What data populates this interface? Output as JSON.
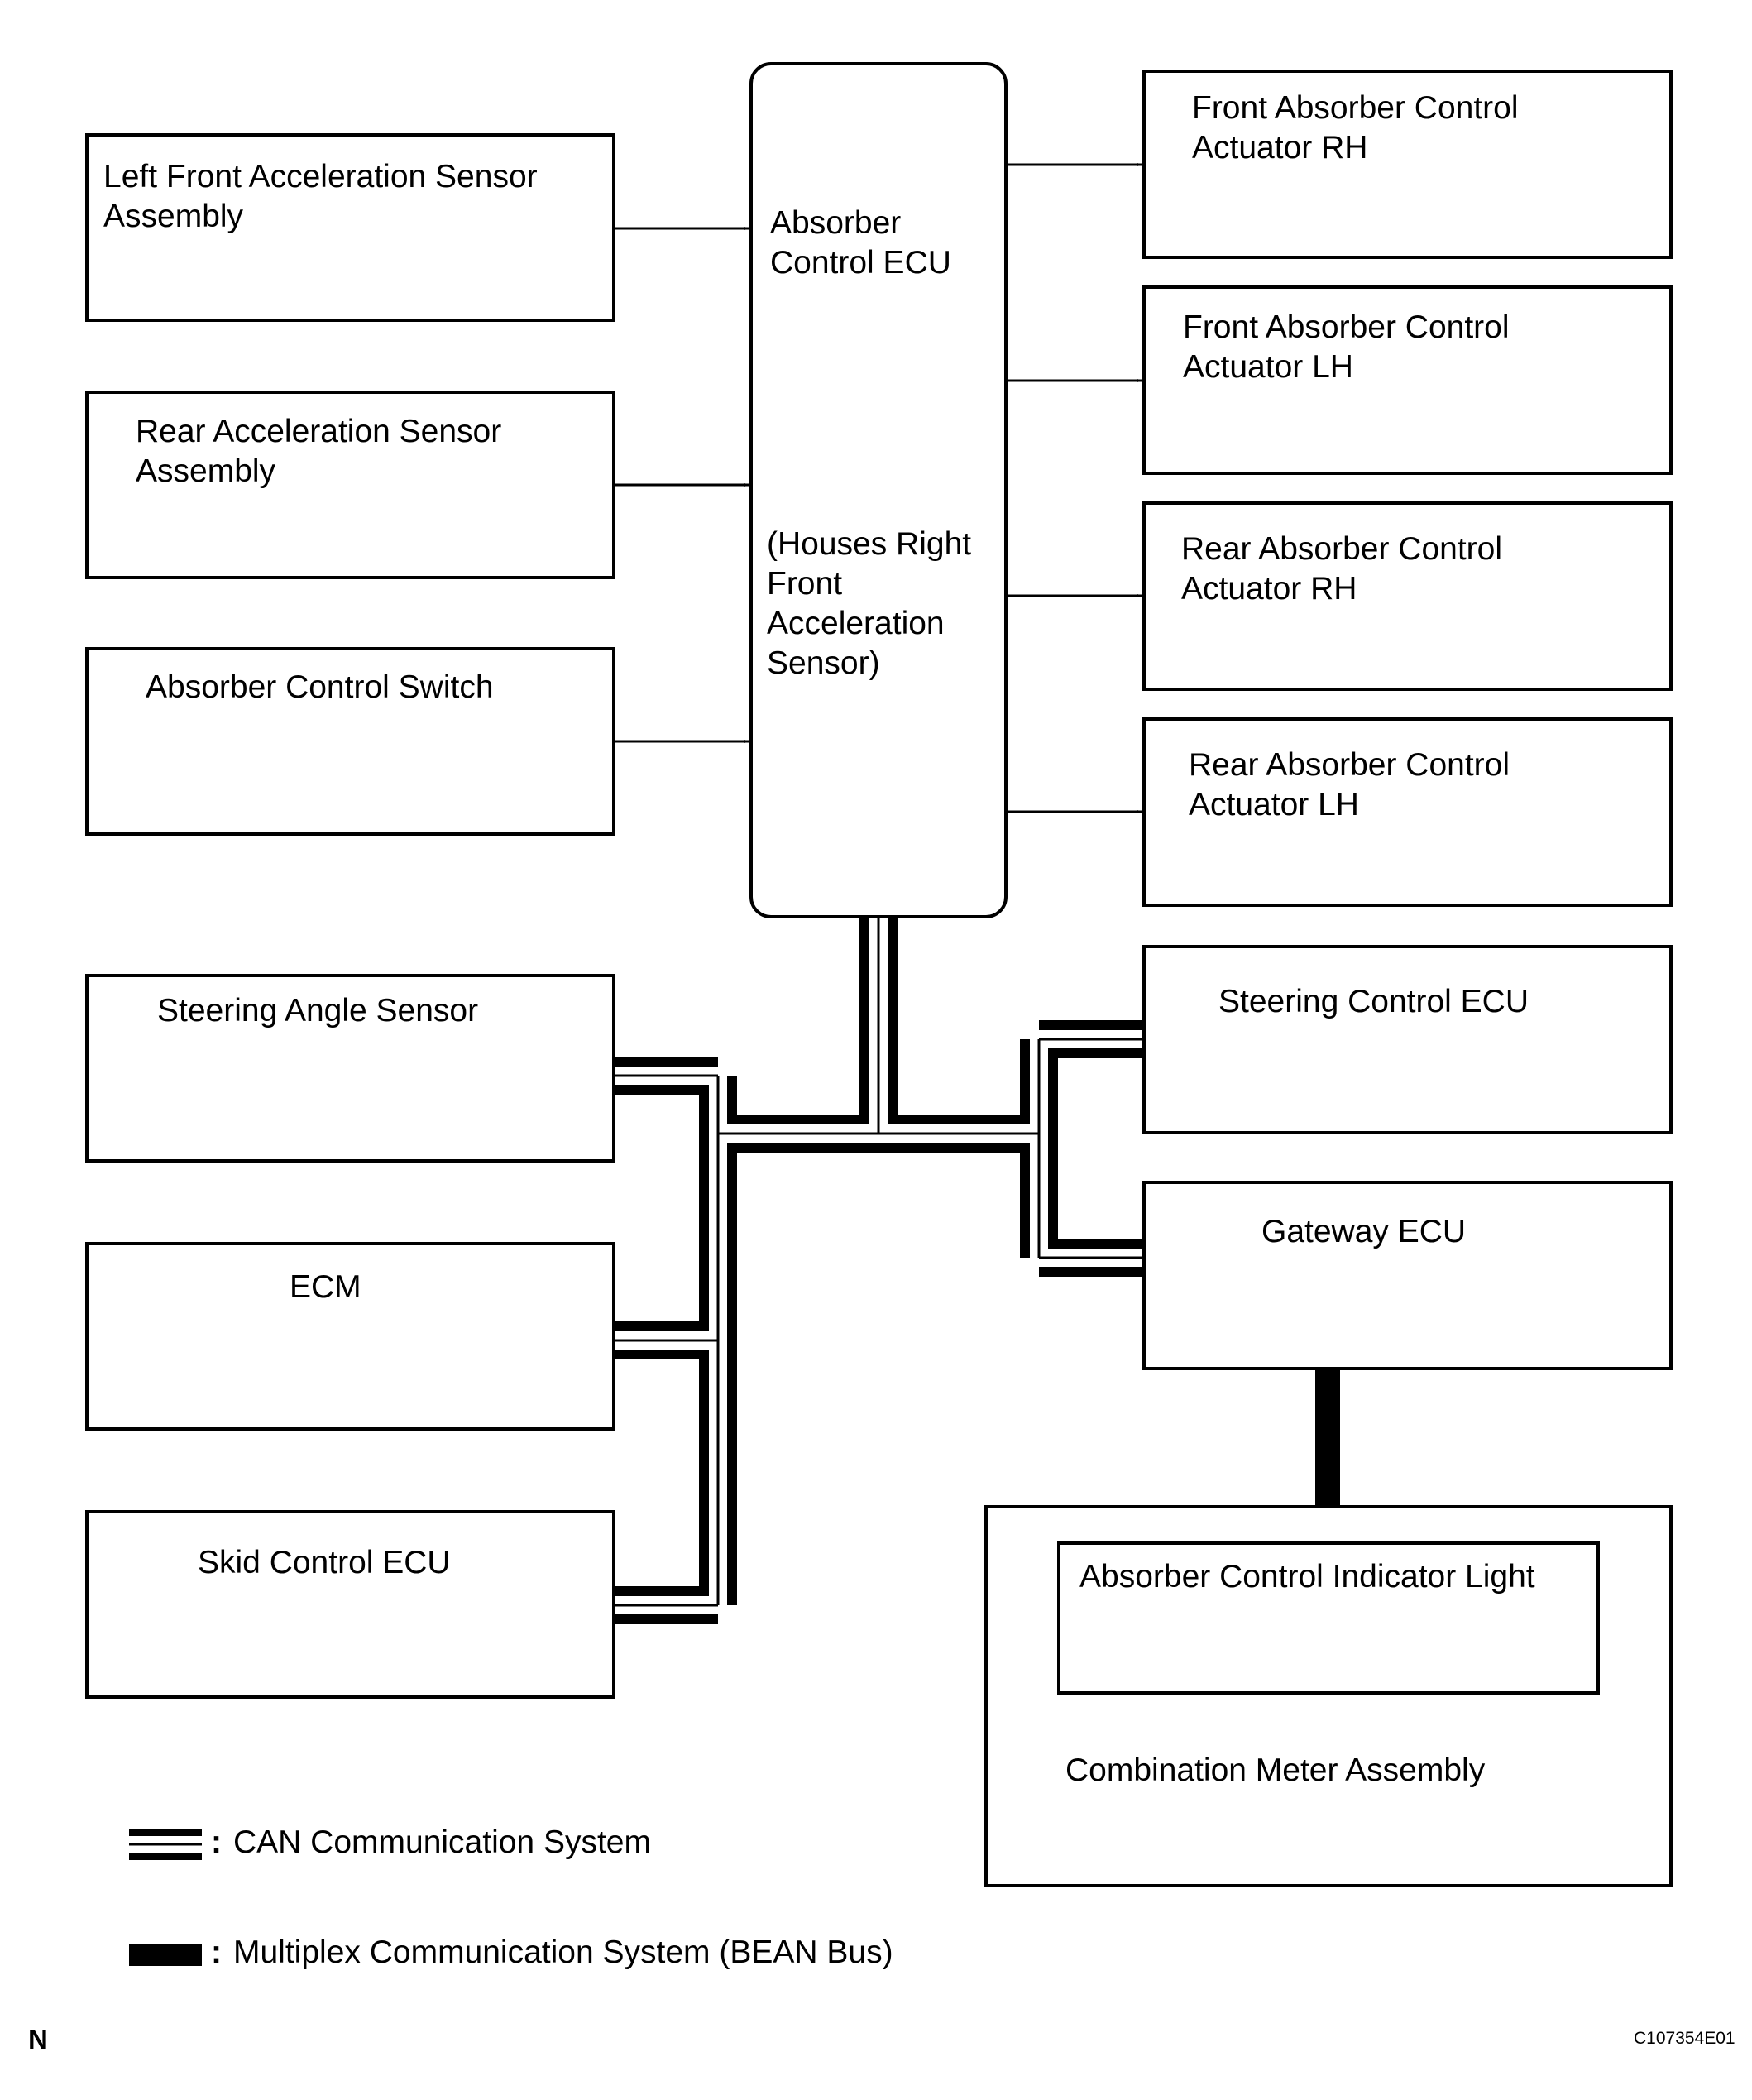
{
  "ecu": {
    "name": "Absorber\nControl ECU",
    "note": "(Houses Right\nFront\nAcceleration\nSensor)"
  },
  "inputs": [
    "Left Front Acceleration Sensor\nAssembly",
    "Rear Acceleration Sensor\nAssembly",
    "Absorber Control Switch"
  ],
  "outputs": [
    "Front Absorber Control\nActuator RH",
    "Front Absorber Control\nActuator LH",
    "Rear Absorber Control\nActuator RH",
    "Rear Absorber Control\nActuator LH"
  ],
  "can_left": [
    "Steering Angle Sensor",
    "ECM",
    "Skid Control ECU"
  ],
  "can_right": [
    "Steering Control ECU",
    "Gateway ECU"
  ],
  "meter": {
    "indicator": "Absorber Control Indicator Light",
    "assembly": "Combination Meter Assembly"
  },
  "legend": {
    "colon": ":",
    "can": "CAN Communication System",
    "bean": "Multiplex Communication System (BEAN Bus)"
  },
  "corner": {
    "left": "N",
    "right": "C107354E01"
  }
}
